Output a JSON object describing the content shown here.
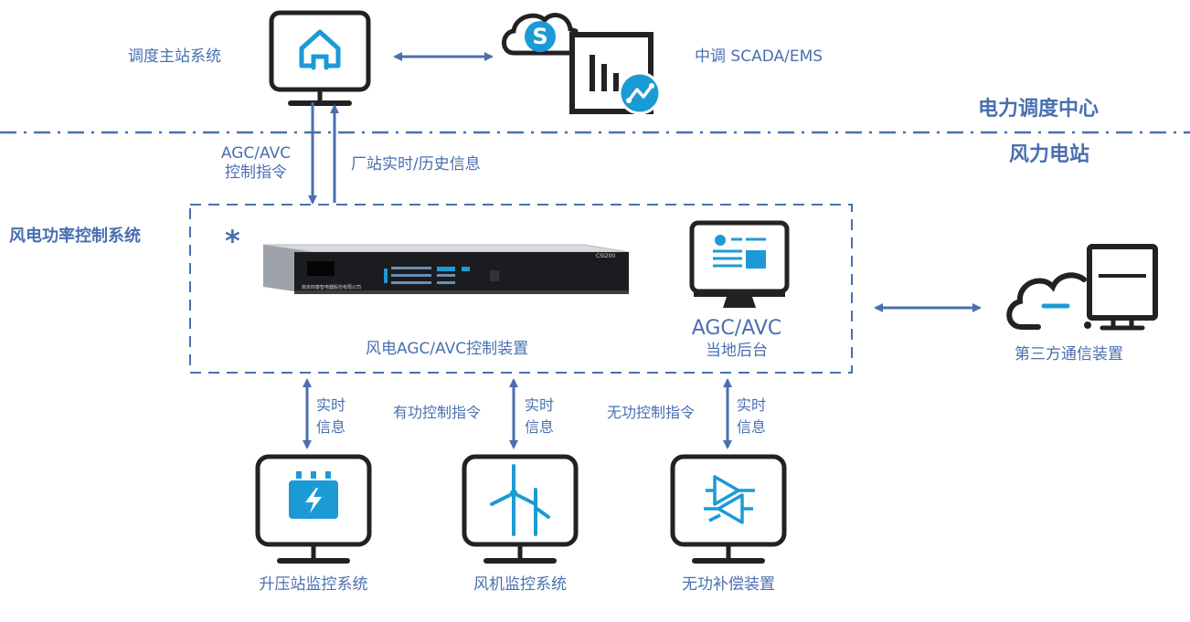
{
  "top": {
    "dispatch_system": "调度主站系统",
    "scada": "中调 SCADA/EMS",
    "center_label": "电力调度中心",
    "station_label": "风力电站"
  },
  "links": {
    "agc_cmd_line1": "AGC/AVC",
    "agc_cmd_line2": "控制指令",
    "plant_info": "厂站实时/历史信息"
  },
  "system": {
    "title": "风电功率控制系统",
    "asterisk": "*",
    "device_label": "风电AGC/AVC控制装置",
    "device_model": "CSI200",
    "device_brand": "南京四泰智电器股份有限公司",
    "local_line1": "AGC/AVC",
    "local_line2": "当地后台"
  },
  "third_party": "第三方通信装置",
  "bottom": {
    "realtime1": "实时",
    "info1": "信息",
    "active_cmd": "有功控制指令",
    "realtime2": "实时",
    "info2": "信息",
    "reactive_cmd": "无功控制指令",
    "realtime3": "实时",
    "info3": "信息",
    "boost": "升压站监控系统",
    "turbine": "风机监控系统",
    "compensator": "无功补偿装置"
  },
  "colors": {
    "accent": "#4a6fb0",
    "icon_blue": "#1c9ad6",
    "dark": "#222222"
  }
}
